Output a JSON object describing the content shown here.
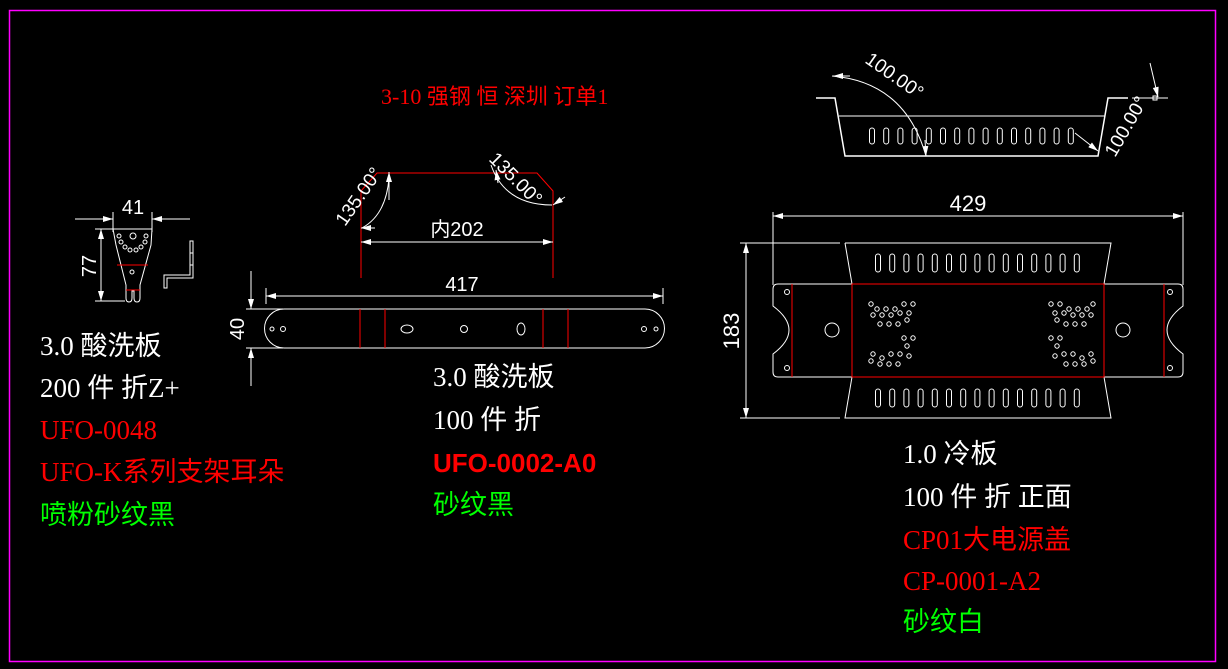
{
  "colors": {
    "background": "#000000",
    "border": "#ff00ff",
    "line": "#ffffff",
    "bend_line": "#ff0000",
    "text_white": "#ffffff",
    "text_red": "#ff0000",
    "text_green": "#00ff00"
  },
  "header": {
    "title": "3-10  强钢  恒  深圳  订单1"
  },
  "part1": {
    "dims": {
      "width": "41",
      "height": "77"
    },
    "notes": {
      "material": "3.0  酸洗板",
      "qty_bend": "200  件  折Z+",
      "part_no": "UFO-0048",
      "part_name": "UFO-K系列支架耳朵",
      "finish": "喷粉砂纹黑"
    }
  },
  "part2": {
    "dims": {
      "angle_left": "135.00°",
      "angle_right": "135.00°",
      "inner": "内202",
      "length": "417",
      "height": "40"
    },
    "notes": {
      "material": "3.0  酸洗板",
      "qty_bend": "100  件  折",
      "part_no": "UFO-0002-A0",
      "finish": "砂纹黑"
    }
  },
  "part3": {
    "dims": {
      "angle_left": "100.00°",
      "angle_right": "100.00°",
      "length": "429",
      "height": "183"
    },
    "notes": {
      "material": "1.0 冷板",
      "qty_bend": "100 件 折 正面",
      "part_name": "CP01大电源盖",
      "part_no": "CP-0001-A2",
      "finish": "砂纹白"
    }
  }
}
